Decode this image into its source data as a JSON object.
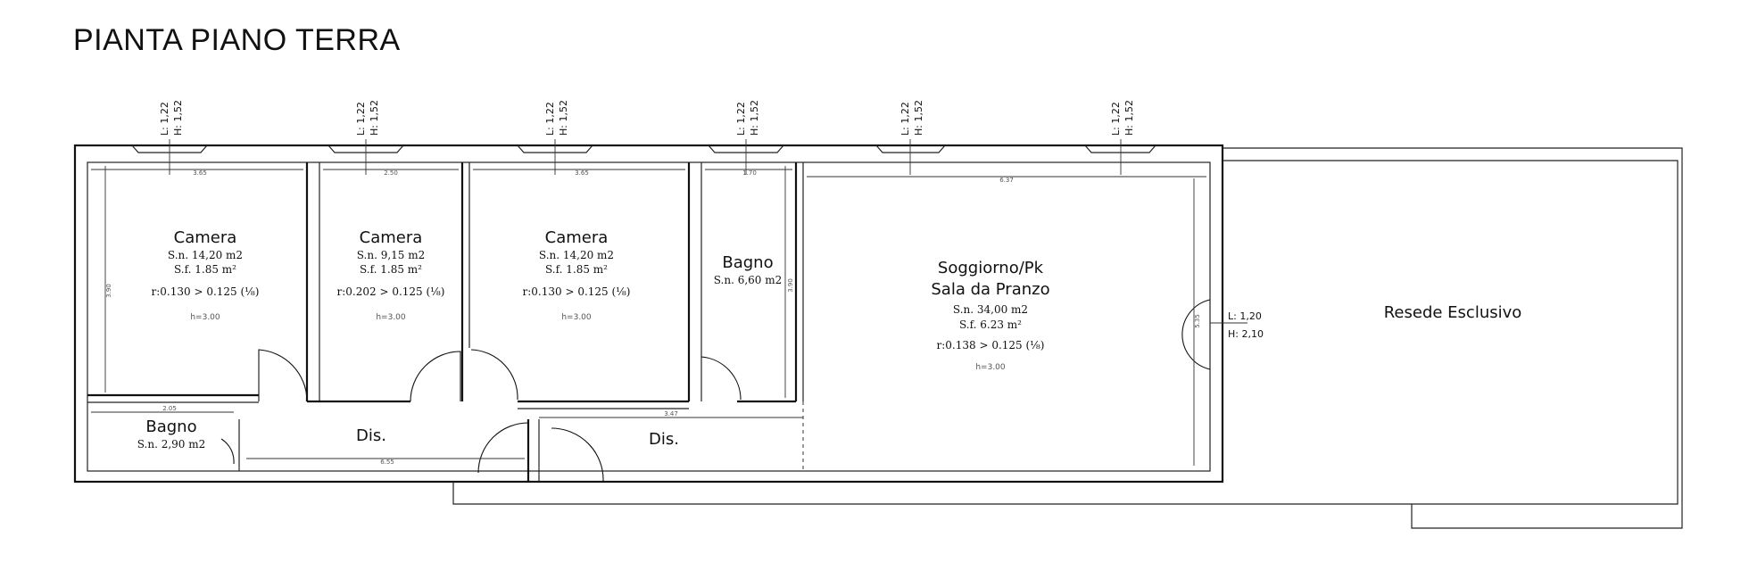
{
  "title": "PIANTA PIANO TERRA",
  "rooms": {
    "camera1": {
      "name": "Camera",
      "sn": "S.n. 14,20 m2",
      "sf": "S.f. 1.85 m²",
      "r": "r:0.130 > 0.125 (⅛)",
      "h": "h=3.00"
    },
    "camera2": {
      "name": "Camera",
      "sn": "S.n. 9,15 m2",
      "sf": "S.f. 1.85 m²",
      "r": "r:0.202 > 0.125 (⅛)",
      "h": "h=3.00"
    },
    "camera3": {
      "name": "Camera",
      "sn": "S.n. 14,20 m2",
      "sf": "S.f. 1.85 m²",
      "r": "r:0.130 > 0.125 (⅛)",
      "h": "h=3.00"
    },
    "bagno1": {
      "name": "Bagno",
      "sn": "S.n. 6,60 m2"
    },
    "soggiorno": {
      "name": "Soggiorno/Pk",
      "name2": "Sala da Pranzo",
      "sn": "S.n. 34,00 m2",
      "sf": "S.f. 6.23 m²",
      "r": "r:0.138 > 0.125 (⅛)",
      "h": "h=3.00"
    },
    "bagno2": {
      "name": "Bagno",
      "sn": "S.n. 2,90 m2"
    },
    "dis1": {
      "name": "Dis."
    },
    "dis2": {
      "name": "Dis."
    },
    "resede": {
      "name": "Resede Esclusivo"
    }
  },
  "windows": [
    {
      "l": "L: 1,22",
      "h": "H: 1,52"
    },
    {
      "l": "L: 1,22",
      "h": "H: 1,52"
    },
    {
      "l": "L: 1,22",
      "h": "H: 1,52"
    },
    {
      "l": "L: 1,22",
      "h": "H: 1,52"
    },
    {
      "l": "L: 1,22",
      "h": "H: 1,52"
    },
    {
      "l": "L: 1,22",
      "h": "H: 1,52"
    }
  ],
  "french_window": {
    "l": "L: 1,20",
    "h": "H: 2,10"
  },
  "dimensions": {
    "camera1_w": "3.65",
    "camera2_w": "2.50",
    "camera3_w": "3.65",
    "bagno1_w": "1.70",
    "soggiorno_w": "6.37",
    "camera1_d": "3.90",
    "bagno1_d": "3.90",
    "soggiorno_d": "5.35",
    "bagno2_w": "2.05",
    "dis1_w": "6.55",
    "dis2_w": "3.47"
  }
}
